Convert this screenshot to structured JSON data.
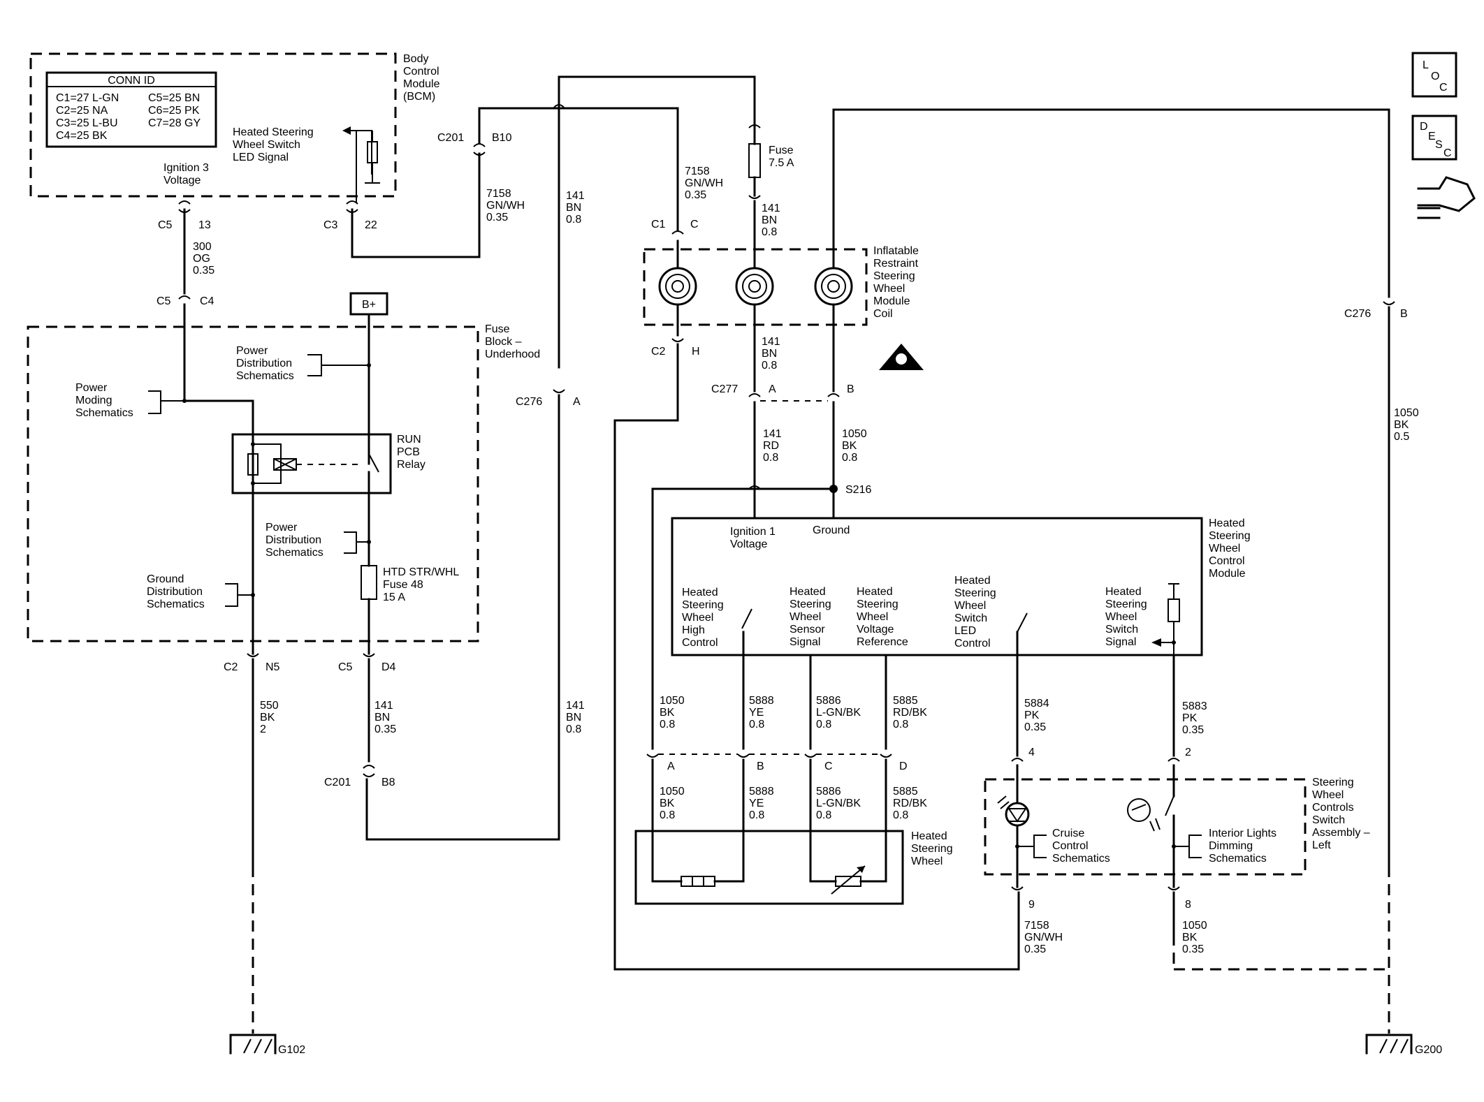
{
  "diagram": {
    "bcm": {
      "conn_title": "CONN ID",
      "conn_left": [
        "C1=27 L-GN",
        "C2=25 NA",
        "C3=25 L-BU",
        "C4=25 BK"
      ],
      "conn_right": [
        "C5=25 BN",
        "C6=25 PK",
        "C7=28 GY"
      ],
      "name": [
        "Body",
        "Control",
        "Module",
        "(BCM)"
      ],
      "led_signal": [
        "Heated Steering",
        "Wheel Switch",
        "LED Signal"
      ],
      "ign3": [
        "Ignition 3",
        "Voltage"
      ]
    },
    "connectors": {
      "c5_13": [
        "C5",
        "13"
      ],
      "c3_22": [
        "C3",
        "22"
      ],
      "c201_b10": [
        "C201",
        "B10"
      ],
      "c5_c4": [
        "C5",
        "C4"
      ],
      "c276_a": [
        "C276",
        "A"
      ],
      "c1_c": [
        "C1",
        "C"
      ],
      "c2_h": [
        "C2",
        "H"
      ],
      "c277_a": [
        "C277",
        "A"
      ],
      "b": "B",
      "c276_b": [
        "C276",
        "B"
      ],
      "s216": "S216",
      "c2_n5": [
        "C2",
        "N5"
      ],
      "c5_d4": [
        "C5",
        "D4"
      ],
      "c201_b8": [
        "C201",
        "B8"
      ],
      "pin_a": "A",
      "pin_b": "B",
      "pin_c": "C",
      "pin_d": "D",
      "pin_4": "4",
      "pin_2": "2",
      "pin_9": "9",
      "pin_8": "8"
    },
    "wires": {
      "w300": [
        "300",
        "OG",
        "0.35"
      ],
      "w7158_top": [
        "7158",
        "GN/WH",
        "0.35"
      ],
      "w141_mid": [
        "141",
        "BN",
        "0.8"
      ],
      "w7158_c1": [
        "7158",
        "GN/WH",
        "0.35"
      ],
      "w141_fuse": [
        "141",
        "BN",
        "0.8"
      ],
      "w141_coil": [
        "141",
        "BN",
        "0.8"
      ],
      "w141_rd": [
        "141",
        "RD",
        "0.8"
      ],
      "w1050_c277": [
        "1050",
        "BK",
        "0.8"
      ],
      "w1050_right": [
        "1050",
        "BK",
        "0.5"
      ],
      "w550": [
        "550",
        "BK",
        "2"
      ],
      "w141_d4": [
        "141",
        "BN",
        "0.35"
      ],
      "w141_low": [
        "141",
        "BN",
        "0.8"
      ],
      "w1050_a": [
        "1050",
        "BK",
        "0.8"
      ],
      "w5888": [
        "5888",
        "YE",
        "0.8"
      ],
      "w5886": [
        "5886",
        "L-GN/BK",
        "0.8"
      ],
      "w5885": [
        "5885",
        "RD/BK",
        "0.8"
      ],
      "w5884": [
        "5884",
        "PK",
        "0.35"
      ],
      "w5883": [
        "5883",
        "PK",
        "0.35"
      ],
      "w1050_a2": [
        "1050",
        "BK",
        "0.8"
      ],
      "w5888_2": [
        "5888",
        "YE",
        "0.8"
      ],
      "w5886_2": [
        "5886",
        "L-GN/BK",
        "0.8"
      ],
      "w5885_2": [
        "5885",
        "RD/BK",
        "0.8"
      ],
      "w7158_9": [
        "7158",
        "GN/WH",
        "0.35"
      ],
      "w1050_8": [
        "1050",
        "BK",
        "0.35"
      ]
    },
    "components": {
      "fuse_75": [
        "Fuse",
        "7.5 A"
      ],
      "b_plus": "B+",
      "fuse_block": [
        "Fuse",
        "Block –",
        "Underhood"
      ],
      "power_dist_1": [
        "Power",
        "Distribution",
        "Schematics"
      ],
      "power_moding": [
        "Power",
        "Moding",
        "Schematics"
      ],
      "run_relay": [
        "RUN",
        "PCB",
        "Relay"
      ],
      "power_dist_2": [
        "Power",
        "Distribution",
        "Schematics"
      ],
      "htd_fuse": [
        "HTD STR/WHL",
        "Fuse 48",
        "15 A"
      ],
      "ground_dist": [
        "Ground",
        "Distribution",
        "Schematics"
      ],
      "irsw_coil": [
        "Inflatable",
        "Restraint",
        "Steering",
        "Wheel",
        "Module",
        "Coil"
      ],
      "hswcm": [
        "Heated",
        "Steering",
        "Wheel",
        "Control",
        "Module"
      ],
      "ign1": [
        "Ignition 1",
        "Voltage"
      ],
      "ground": "Ground",
      "high_control": [
        "Heated",
        "Steering",
        "Wheel",
        "High",
        "Control"
      ],
      "sensor_signal": [
        "Heated",
        "Steering",
        "Wheel",
        "Sensor",
        "Signal"
      ],
      "voltage_ref": [
        "Heated",
        "Steering",
        "Wheel",
        "Voltage",
        "Reference"
      ],
      "switch_led": [
        "Heated",
        "Steering",
        "Wheel",
        "Switch",
        "LED",
        "Control"
      ],
      "switch_signal": [
        "Heated",
        "Steering",
        "Wheel",
        "Switch",
        "Signal"
      ],
      "heated_wheel": [
        "Heated",
        "Steering",
        "Wheel"
      ],
      "swc_switch": [
        "Steering",
        "Wheel",
        "Controls",
        "Switch",
        "Assembly –",
        "Left"
      ],
      "cruise": [
        "Cruise",
        "Control",
        "Schematics"
      ],
      "dimming": [
        "Interior Lights",
        "Dimming",
        "Schematics"
      ],
      "g102": "G102",
      "g200": "G200"
    },
    "nav": {
      "loc": [
        "L",
        "O",
        "C"
      ],
      "desc": [
        "D",
        "E",
        "S",
        "C"
      ]
    }
  }
}
